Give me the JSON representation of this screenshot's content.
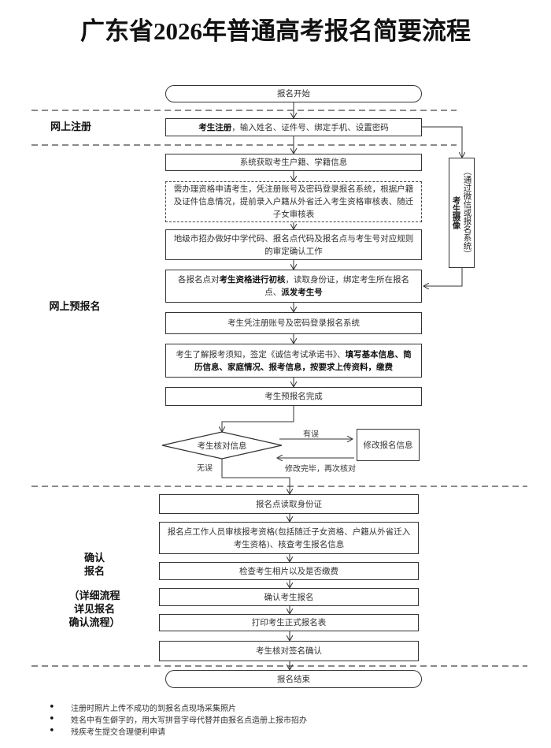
{
  "title": "广东省2026年普通高考报名简要流程",
  "sections": {
    "online_register": "网上注册",
    "online_pre_register": "网上预报名",
    "confirm_line1": "确认",
    "confirm_line2": "报名",
    "confirm_note1": "（详细流程",
    "confirm_note2": "详见报名",
    "confirm_note3": "确认流程）"
  },
  "start": "报名开始",
  "register": {
    "bold": "考生注册",
    "rest": "，输入姓名、证件号、绑定手机、设置密码"
  },
  "photo": {
    "bold": "考生摄像",
    "note": "（通过微信或报名系统）"
  },
  "steps": {
    "s1": "系统获取考生户籍、学籍信息",
    "s2": "需办理资格申请考生，凭注册账号及密码登录报名系统，根据户籍及证件信息情况，提前录入户籍从外省迁入考生资格审核表、随迁子女审核表",
    "s3": "地级市招办做好中学代码、报名点代码及报名点与考生号对应规则的审定确认工作",
    "s4a": "各报名点对",
    "s4b": "考生资格进行初核",
    "s4c": "，读取身份证，绑定考生所在报名点、",
    "s4d": "派发考生号",
    "s5": "考生凭注册账号及密码登录报名系统",
    "s6a": "考生了解报考须知，签定《诚信考试承诺书》、",
    "s6b": "填写基本信息、简历信息、家庭情况、报考信息，按要求上传资料，缴费",
    "s7": "考生预报名完成"
  },
  "decision": {
    "label": "考生核对信息",
    "yes_error": "有误",
    "no_error": "无误",
    "fix_box": "修改报名信息",
    "fix_done": "修改完毕，再次核对"
  },
  "confirm_steps": [
    "报名点读取身份证",
    "报名点工作人员审核报考资格(包括随迁子女资格、户籍从外省迁入考生资格)、核查考生报名信息",
    "检查考生相片以及是否缴费",
    "确认考生报名",
    "打印考生正式报名表",
    "考生核对签名确认"
  ],
  "end": "报名结束",
  "notes": [
    "注册时照片上传不成功的到报名点现场采集照片",
    "姓名中有生僻字的，用大写拼音字母代替并由报名点造册上报市招办",
    "残疾考生提交合理便利申请"
  ]
}
